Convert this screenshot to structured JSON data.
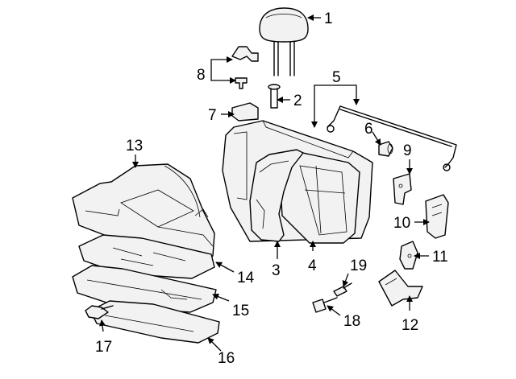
{
  "callouts": {
    "c1": "1",
    "c2": "2",
    "c3": "3",
    "c4": "4",
    "c5": "5",
    "c6": "6",
    "c7": "7",
    "c8": "8",
    "c9": "9",
    "c10": "10",
    "c11": "11",
    "c12": "12",
    "c13": "13",
    "c14": "14",
    "c15": "15",
    "c16": "16",
    "c17": "17",
    "c18": "18",
    "c19": "19"
  },
  "colors": {
    "line": "#000000",
    "background": "#ffffff",
    "part_fill": "#f2f2f2"
  }
}
